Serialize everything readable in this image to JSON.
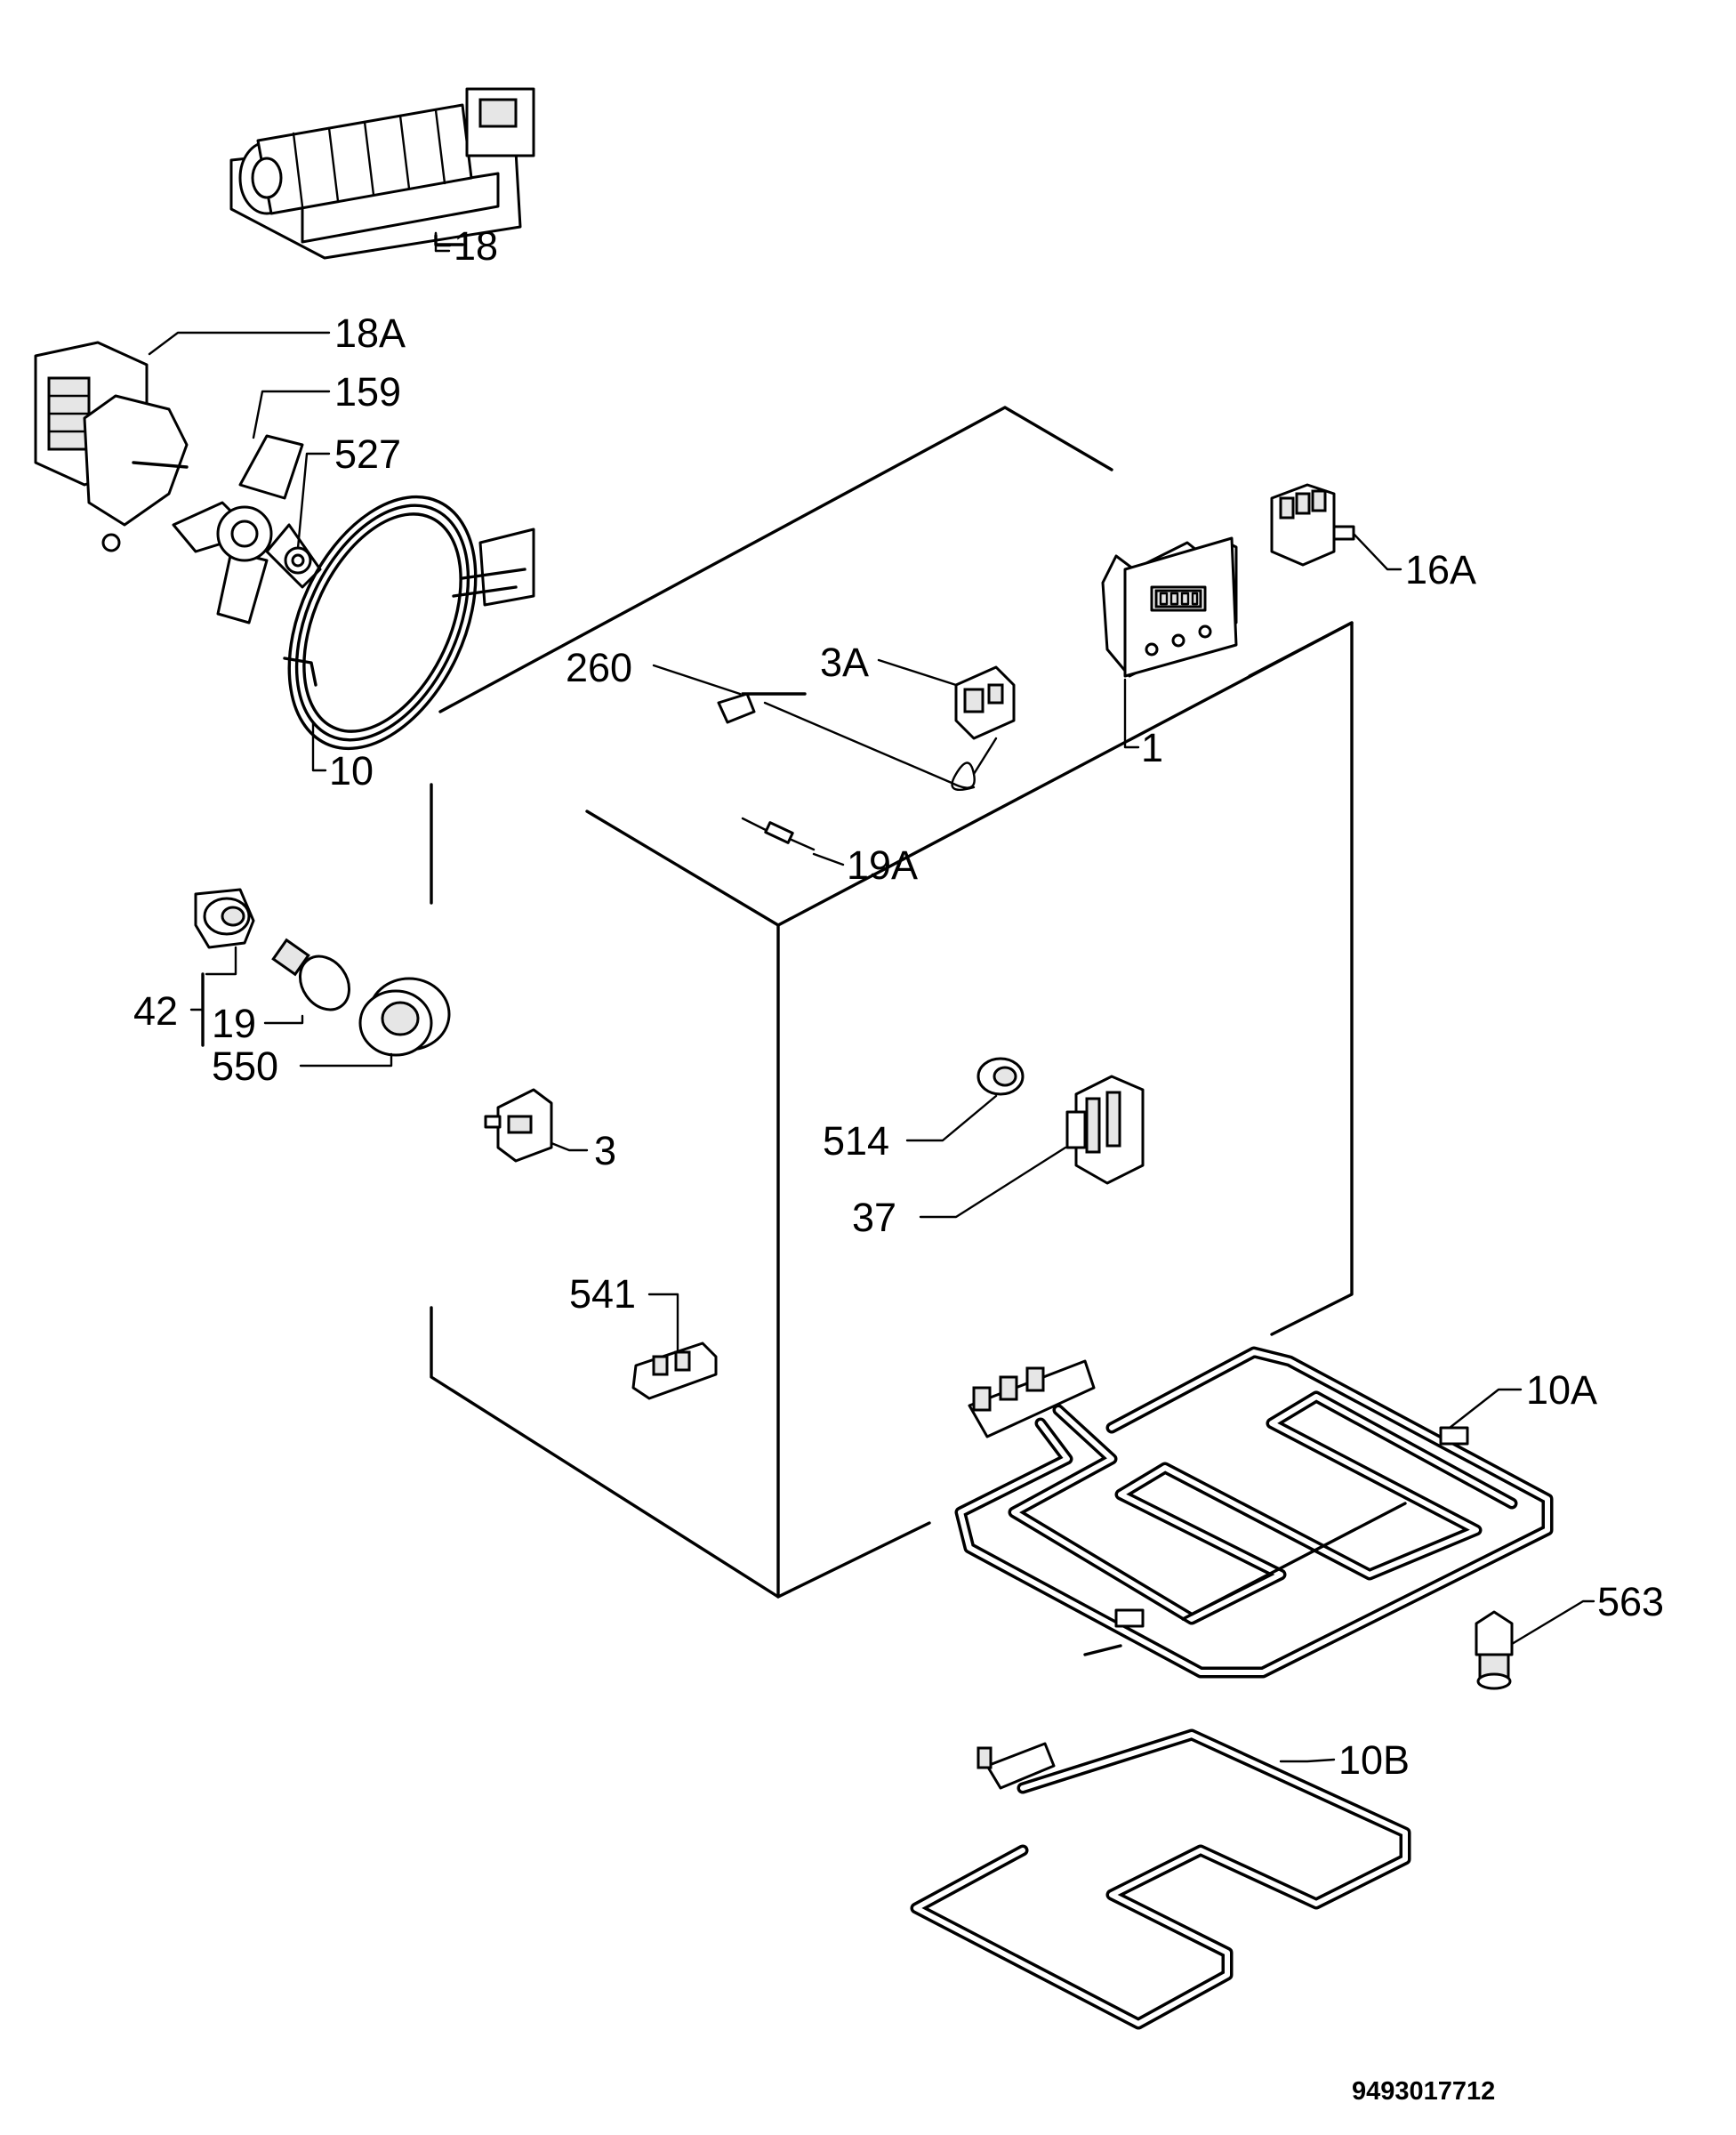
{
  "diagram": {
    "drawing_code": "9493017712",
    "callouts": [
      {
        "id": "c18",
        "label": "18"
      },
      {
        "id": "c18a",
        "label": "18A"
      },
      {
        "id": "c159",
        "label": "159"
      },
      {
        "id": "c527",
        "label": "527"
      },
      {
        "id": "c10",
        "label": "10"
      },
      {
        "id": "c260",
        "label": "260"
      },
      {
        "id": "c3a",
        "label": "3A"
      },
      {
        "id": "c1",
        "label": "1"
      },
      {
        "id": "c16a",
        "label": "16A"
      },
      {
        "id": "c19a",
        "label": "19A"
      },
      {
        "id": "c42",
        "label": "42"
      },
      {
        "id": "c19",
        "label": "19"
      },
      {
        "id": "c550",
        "label": "550"
      },
      {
        "id": "c3",
        "label": "3"
      },
      {
        "id": "c514",
        "label": "514"
      },
      {
        "id": "c37",
        "label": "37"
      },
      {
        "id": "c541",
        "label": "541"
      },
      {
        "id": "c10a",
        "label": "10A"
      },
      {
        "id": "c563",
        "label": "563"
      },
      {
        "id": "c10b",
        "label": "10B"
      }
    ]
  }
}
